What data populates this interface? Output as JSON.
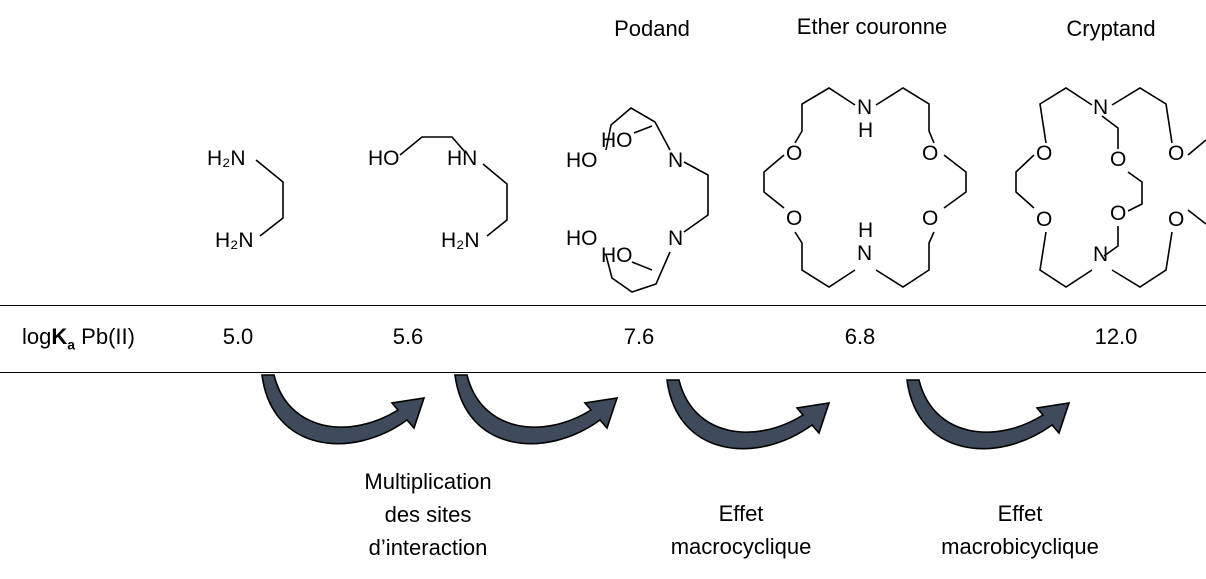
{
  "structure_labels": {
    "podand": "Podand",
    "crown_ether": "Ether couronne",
    "cryptand": "Cryptand"
  },
  "atoms": {
    "h2n": "H₂N",
    "ho": "HO",
    "hn": "HN",
    "n": "N",
    "o": "O",
    "h": "H"
  },
  "row_label": {
    "prefix": "log",
    "k": "K",
    "k_sub": "a",
    "suffix": " Pb(II)"
  },
  "log_ka_values": [
    "5.0",
    "5.6",
    "7.6",
    "6.8",
    "12.0"
  ],
  "effects": {
    "multiplication": [
      "Multiplication",
      "des sites",
      "d’interaction"
    ],
    "macrocyclic": [
      "Effet",
      "macrocyclique"
    ],
    "macrobicyclic": [
      "Effet",
      "macrobicyclique"
    ]
  },
  "colors": {
    "arrow_fill": "#3f4a5a",
    "line": "#000000"
  }
}
